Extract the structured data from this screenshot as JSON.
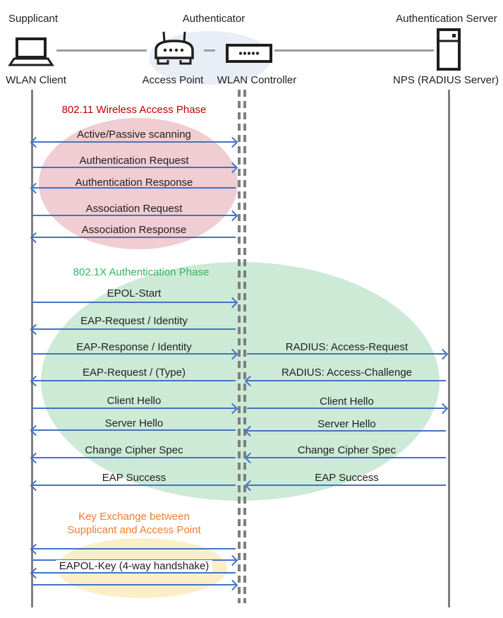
{
  "diagram": {
    "actors": {
      "roles": [
        {
          "label": "Supplicant"
        },
        {
          "label": "Authenticator"
        },
        {
          "label": "Authentication Server"
        }
      ],
      "devices": [
        {
          "label": "WLAN Client",
          "icon": "laptop-icon"
        },
        {
          "label": "Access Point",
          "icon": "access-point-icon"
        },
        {
          "label": "WLAN Controller",
          "icon": "wlan-controller-icon"
        },
        {
          "label": "NPS (RADIUS Server)",
          "icon": "server-icon"
        }
      ]
    },
    "phases": [
      {
        "title": "802.11 Wireless Access Phase",
        "title_color": "#C00000",
        "ellipse_color": "#F0CDD2"
      },
      {
        "title": "802.1X Authentication Phase",
        "title_color": "#33B45F",
        "ellipse_color": "#CCEAD6"
      },
      {
        "title_line1": "Key Exchange between",
        "title_line2": "Supplicant and Access Point",
        "title_color": "#ED7D31",
        "ellipse_color": "#FCEFC7"
      }
    ],
    "messages_client_controller": [
      {
        "label": "Active/Passive scanning",
        "direction": "both"
      },
      {
        "label": "Authentication Request",
        "direction": "right"
      },
      {
        "label": "Authentication Response",
        "direction": "left"
      },
      {
        "label": "Association Request",
        "direction": "right"
      },
      {
        "label": "Association Response",
        "direction": "left"
      },
      {
        "label": "EPOL-Start",
        "direction": "right"
      },
      {
        "label": "EAP-Request / Identity",
        "direction": "left"
      },
      {
        "label": "EAP-Response / Identity",
        "direction": "right"
      },
      {
        "label": "EAP-Request / (Type)",
        "direction": "left"
      },
      {
        "label": "Client Hello",
        "direction": "right"
      },
      {
        "label": "Server Hello",
        "direction": "left"
      },
      {
        "label": "Change Cipher Spec",
        "direction": "left"
      },
      {
        "label": "EAP Success",
        "direction": "left"
      }
    ],
    "messages_controller_server": [
      {
        "label": "RADIUS: Access-Request",
        "direction": "right"
      },
      {
        "label": "RADIUS: Access-Challenge",
        "direction": "left"
      },
      {
        "label": "Client Hello",
        "direction": "right"
      },
      {
        "label": "Server Hello",
        "direction": "left"
      },
      {
        "label": "Change Cipher Spec",
        "direction": "left"
      },
      {
        "label": "EAP Success",
        "direction": "left"
      }
    ],
    "key_exchange": {
      "label": "EAPOL-Key (4-way handshake)",
      "arrows": [
        "left",
        "right",
        "left",
        "right"
      ]
    },
    "colors": {
      "arrow": "#4472C4",
      "lifeline": "#7F7F7F",
      "connector": "#9E9E9E",
      "authenticator_ellipse": "#E9EDF6"
    }
  }
}
